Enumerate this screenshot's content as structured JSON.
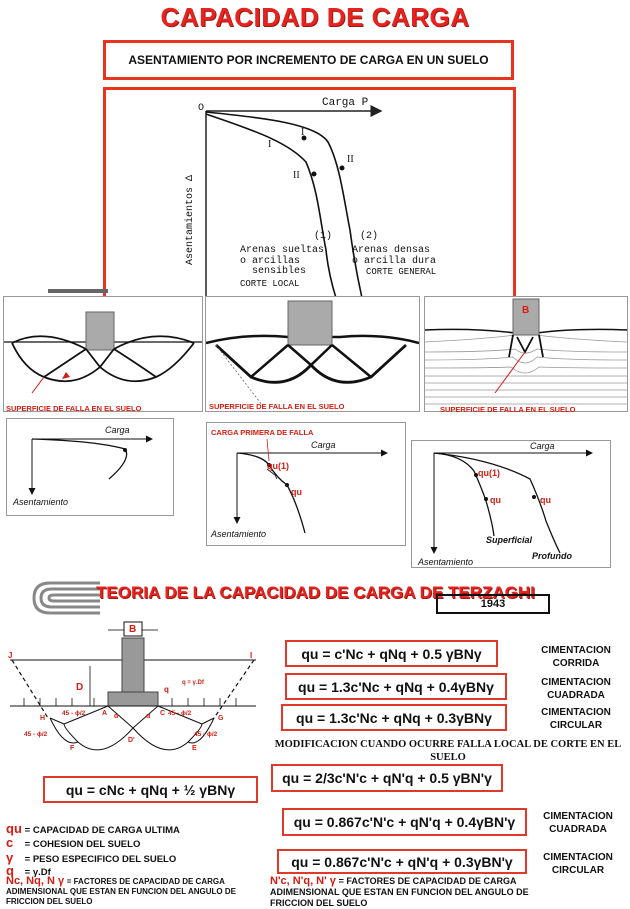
{
  "title": "CAPACIDAD DE CARGA",
  "subtitle": "ASENTAMIENTO POR INCREMENTO DE CARGA EN UN SUELO",
  "main_chart": {
    "origin": "O",
    "x_label": "Carga P",
    "y_label": "Asentamientos Δ",
    "roman_one": "I",
    "roman_two": "II",
    "curve1_number": "(1)",
    "curve2_number": "(2)",
    "curve1_label": [
      "Arenas sueltas",
      "o arcillas",
      "sensibles",
      "CORTE LOCAL"
    ],
    "curve2_label": [
      "Arenas densas",
      "o arcilla dura",
      "CORTE GENERAL"
    ]
  },
  "failure_panels": {
    "label": "SUPERFICIE DE FALLA EN EL SUELO",
    "footing_letter": "B"
  },
  "load_panels": {
    "carga": "Carga",
    "asentamiento": "Asentamiento",
    "carga_primera": "CARGA PRIMERA DE FALLA",
    "qu1": "qu(1)",
    "qu": "qu",
    "superficial": "Superficial",
    "profundo": "Profundo"
  },
  "terzaghi": {
    "title": "TEORIA DE LA CAPACIDAD DE CARGA DE TERZAGHI",
    "year": "1943"
  },
  "footing_diagram": {
    "B": "B",
    "D": "D",
    "J": "J",
    "I": "I",
    "H": "H",
    "A": "A",
    "C": "C",
    "G": "G",
    "F": "F",
    "E": "E",
    "Dp": "D'",
    "alpha1": "α",
    "alpha2": "α",
    "q": "q",
    "q_eq": "q = γ.Df",
    "angle1": "45 - ϕ/2",
    "angle2": "45 - ϕ/2",
    "angle3": "45 - ϕ/2",
    "angle4": "45 - ϕ/2"
  },
  "formulas": {
    "general": "qu = cNc + qNq + ½ γBNγ",
    "corrida": "qu = c'Nc + qNq + 0.5 γBNγ",
    "cuadrada": "qu = 1.3c'Nc + qNq + 0.4γBNγ",
    "circular": "qu = 1.3c'Nc + qNq + 0.3γBNγ",
    "local_corrida": "qu = 2/3c'N'c + qN'q + 0.5 γBN'γ",
    "local_cuadrada": "qu = 0.867c'N'c + qN'q + 0.4γBN'γ",
    "local_circular": "qu = 0.867c'N'c + qN'q + 0.3γBN'γ"
  },
  "labels": {
    "corrida": [
      "CIMENTACION",
      "CORRIDA"
    ],
    "cuadrada": [
      "CIMENTACION",
      "CUADRADA"
    ],
    "circular": [
      "CIMENTACION",
      "CIRCULAR"
    ],
    "cuadrada2": [
      "CIMENTACION",
      "CUADRADA"
    ],
    "circular2": [
      "CIMENTACION",
      "CIRCULAR"
    ],
    "modificacion": "MODIFICACION CUANDO OCURRE FALLA LOCAL DE CORTE EN EL SUELO"
  },
  "legend": {
    "qu_sym": "qu",
    "qu_text": "= CAPACIDAD DE CARGA ULTIMA",
    "c_sym": "c",
    "c_text": "= COHESION DEL SUELO",
    "g_sym": "γ",
    "g_text": "= PESO ESPECIFICO DEL SUELO",
    "q_sym": "q",
    "q_text": "= γ.Df",
    "n_sym": "Nc, Nq, N γ",
    "n_text": "= FACTORES DE CAPACIDAD DE CARGA ADIMENSIONAL QUE ESTAN EN FUNCION DEL ANGULO DE FRICCION DEL SUELO",
    "n2_sym": "N'c, N'q, N' γ",
    "n2_text": "= FACTORES DE CAPACIDAD DE CARGA ADIMENSIONAL QUE ESTAN EN FUNCION DEL ANGULO DE FRICCION DEL SUELO"
  },
  "colors": {
    "accent_red": "#e8231f",
    "dark": "#111111"
  }
}
